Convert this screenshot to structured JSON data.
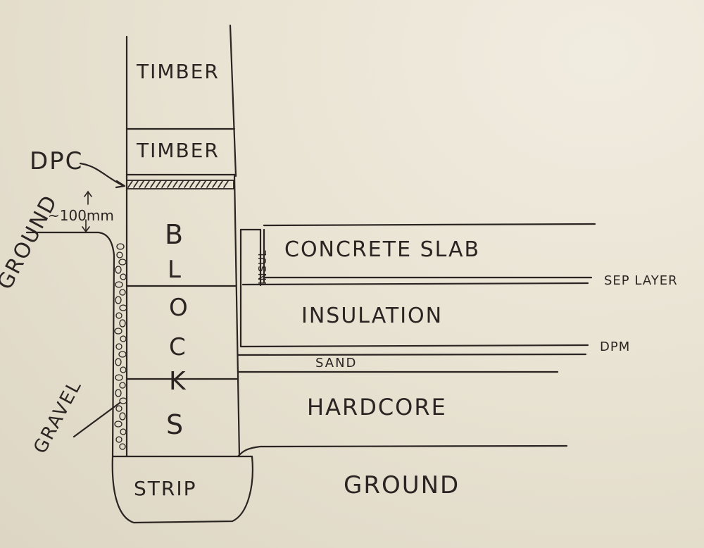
{
  "labels": {
    "timber_top": "TIMBER",
    "timber_lower": "TIMBER",
    "dpc": "DPC",
    "dim_100": "~100mm",
    "ground_left": "GROUND",
    "blocks": [
      "B",
      "L",
      "O",
      "C",
      "K",
      "S"
    ],
    "insul": "INSUL",
    "concrete_slab": "CONCRETE SLAB",
    "sep_layer": "SEP LAYER",
    "insulation": "INSULATION",
    "dpm": "DPM",
    "sand": "SAND",
    "hardcore": "HARDCORE",
    "gravel": "GRAVEL",
    "strip": "STRIP",
    "ground_right": "GROUND"
  }
}
